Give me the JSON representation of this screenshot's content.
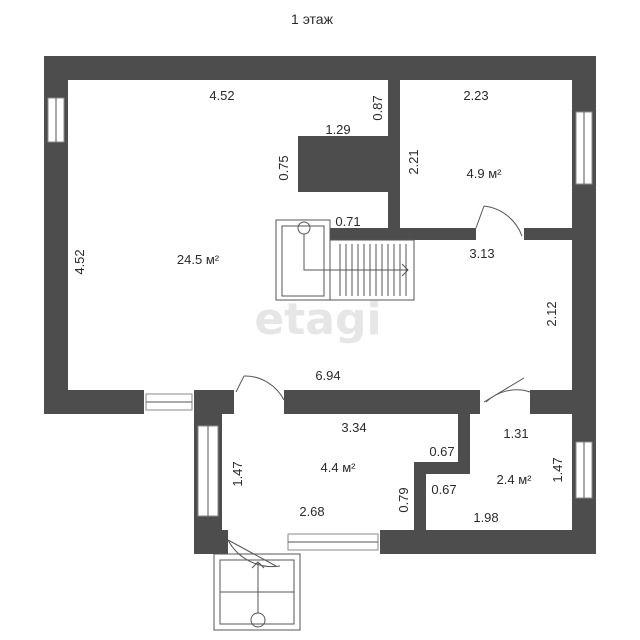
{
  "plan": {
    "title": "1 этаж",
    "watermark": "etagi",
    "rooms": {
      "living": {
        "area": "24.5 м²",
        "dims": [
          "4.52",
          "4.52",
          "0.87",
          "1.29",
          "0.75",
          "0.71",
          "6.94"
        ]
      },
      "small_room": {
        "area": "4.9 м²",
        "dims": [
          "2.23",
          "2.21",
          "3.13",
          "2.12"
        ]
      },
      "hall": {
        "area": "4.4 м²",
        "dims": [
          "3.34",
          "1.47",
          "2.68",
          "0.79",
          "0.67"
        ]
      },
      "bath": {
        "area": "2.4 м²",
        "dims": [
          "1.31",
          "1.47",
          "0.67",
          "1.98"
        ]
      }
    }
  }
}
